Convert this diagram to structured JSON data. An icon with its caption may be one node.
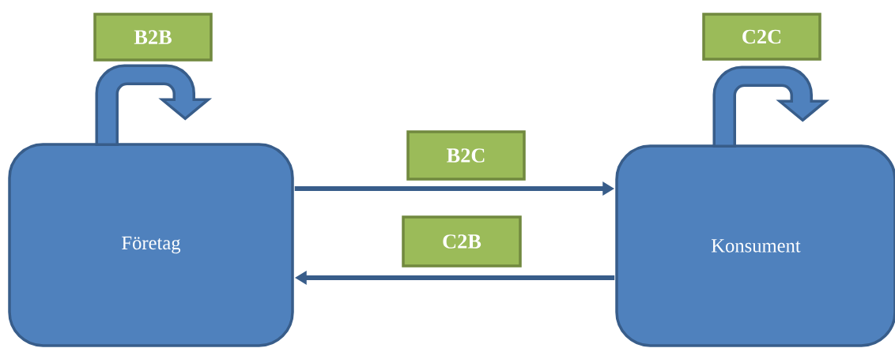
{
  "diagram": {
    "nodes": [
      {
        "text": [
          "Företag"
        ]
      },
      {
        "text": [
          "Konsument"
        ]
      },
      {
        "text": [
          "B2B"
        ]
      },
      {
        "text": [
          "C2C"
        ]
      },
      {
        "text": [
          "B2C"
        ]
      },
      {
        "text": [
          "C2B"
        ]
      }
    ],
    "edges": [
      {
        "from": 0,
        "to": 0,
        "arrow": "to"
      },
      {
        "from": 1,
        "to": 1,
        "arrow": "to"
      },
      {
        "from": 0,
        "to": 1,
        "arrow": "to"
      },
      {
        "from": 1,
        "to": 0,
        "arrow": "to"
      }
    ]
  }
}
